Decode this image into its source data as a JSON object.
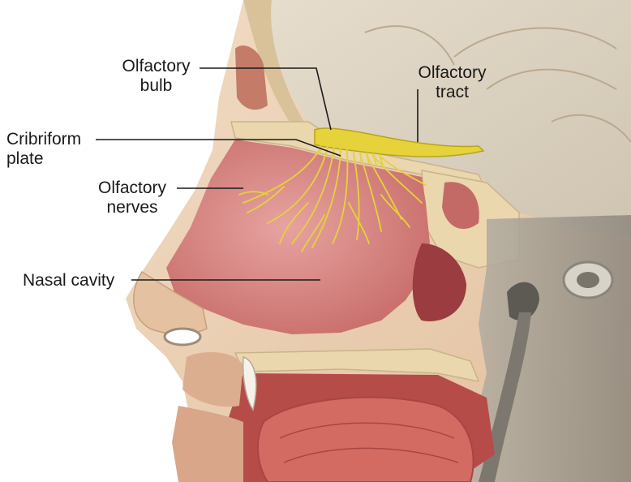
{
  "labels": {
    "olfactory_bulb": {
      "line1": "Olfactory",
      "line2": "bulb"
    },
    "olfactory_tract": {
      "line1": "Olfactory",
      "line2": "tract"
    },
    "cribriform_plate": {
      "line1": "Cribriform",
      "line2": "plate"
    },
    "olfactory_nerves": {
      "line1": "Olfactory",
      "line2": "nerves"
    },
    "nasal_cavity": {
      "line1": "Nasal cavity"
    }
  },
  "colors": {
    "skin": "#ecd2b6",
    "muscle": "#c6685e",
    "mucosa": "#dc8f8c",
    "bone": "#e9d6a9",
    "brain": "#ddd2c0",
    "nerve": "#e6d23a",
    "tissue_gray": "#9e9990",
    "leader_line": "#1a1a1a"
  }
}
